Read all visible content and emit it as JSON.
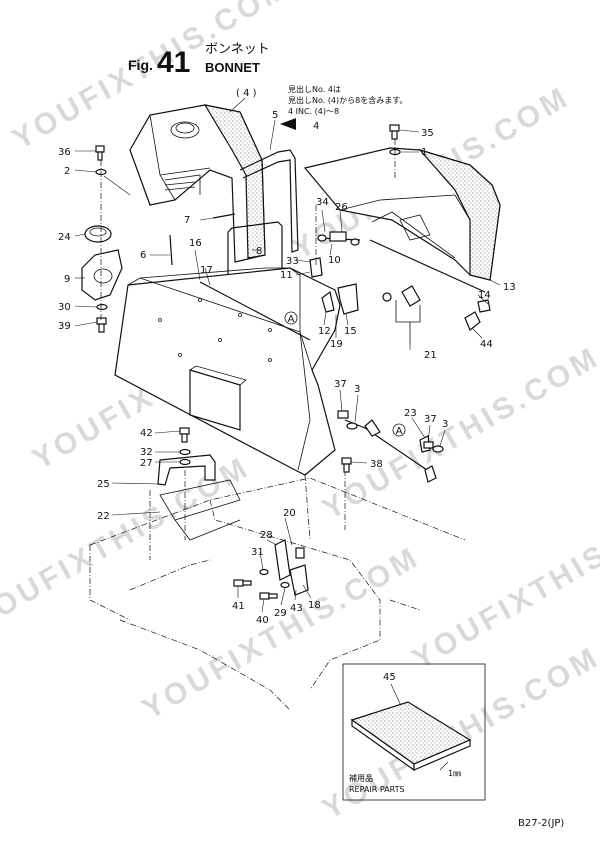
{
  "figure": {
    "prefix": "Fig.",
    "number": "41",
    "title_jp": "ボンネット",
    "title_en": "BONNET"
  },
  "note": {
    "line1": "見出しNo. 4は",
    "line2": "見出しNo. (4)から8を含みます。",
    "line3": "4 INC. (4)～8"
  },
  "callouts": {
    "c4p": "( 4 )",
    "c4": "4",
    "c5": "5",
    "c35": "35",
    "c1": "1",
    "c36": "36",
    "c2": "2",
    "c24": "24",
    "c7": "7",
    "c34": "34",
    "c26": "26",
    "c6": "6",
    "c16": "16",
    "c8": "8",
    "c9": "9",
    "c17": "17",
    "c33": "33",
    "c10": "10",
    "c13": "13",
    "c11": "11",
    "c14": "14",
    "c30": "30",
    "c39": "39",
    "cA1": "A",
    "c12": "12",
    "c15": "15",
    "c19": "19",
    "c44": "44",
    "c21": "21",
    "c37a": "37",
    "c3a": "3",
    "c23": "23",
    "c37b": "37",
    "c3b": "3",
    "cA2": "A",
    "c42": "42",
    "c32": "32",
    "c27": "27",
    "c38": "38",
    "c25": "25",
    "c20": "20",
    "c22": "22",
    "c28": "28",
    "c31": "31",
    "c41": "41",
    "c40": "40",
    "c29": "29",
    "c43": "43",
    "c18": "18",
    "c45": "45"
  },
  "inset": {
    "scale": "1㎜",
    "label_jp": "補用品",
    "label_en": "REPAIR PARTS"
  },
  "page_ref": "B27-2(JP)",
  "watermark": "YOUFIXTHIS.COM"
}
